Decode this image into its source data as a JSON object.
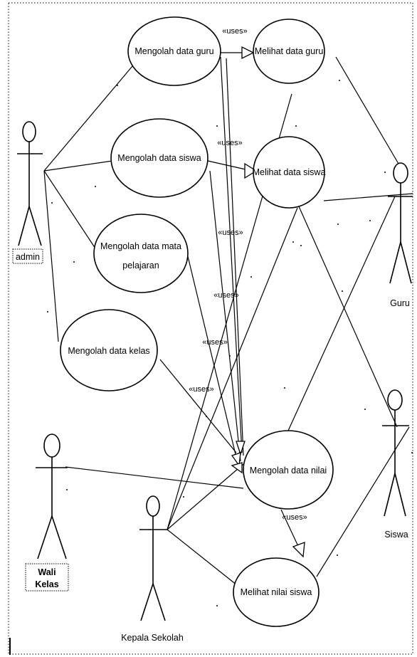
{
  "use_cases": {
    "mengolah_guru": "Mengolah data guru",
    "melihat_guru": "Melihat data guru",
    "mengolah_siswa": "Mengolah data siswa",
    "melihat_siswa": "Melihat data siswa",
    "mengolah_mapel_line1": "Mengolah data mata",
    "mengolah_mapel_line2": "pelajaran",
    "mengolah_kelas": "Mengolah data kelas",
    "mengolah_nilai": "Mengolah data nilai",
    "melihat_nilai": "Melihat nilai siswa"
  },
  "actors": {
    "admin": "admin",
    "guru": "Guru",
    "siswa": "Siswa",
    "wali_line1": "Wali",
    "wali_line2": "Kelas",
    "kepala": "Kepala Sekolah"
  },
  "relations": {
    "uses_1": "«uses»",
    "uses_2": "«uses»",
    "uses_3": "«uses»",
    "uses_4": "«uses»",
    "uses_5": "«uses»",
    "uses_6": "«uses»",
    "uses_7": "«uses»"
  }
}
